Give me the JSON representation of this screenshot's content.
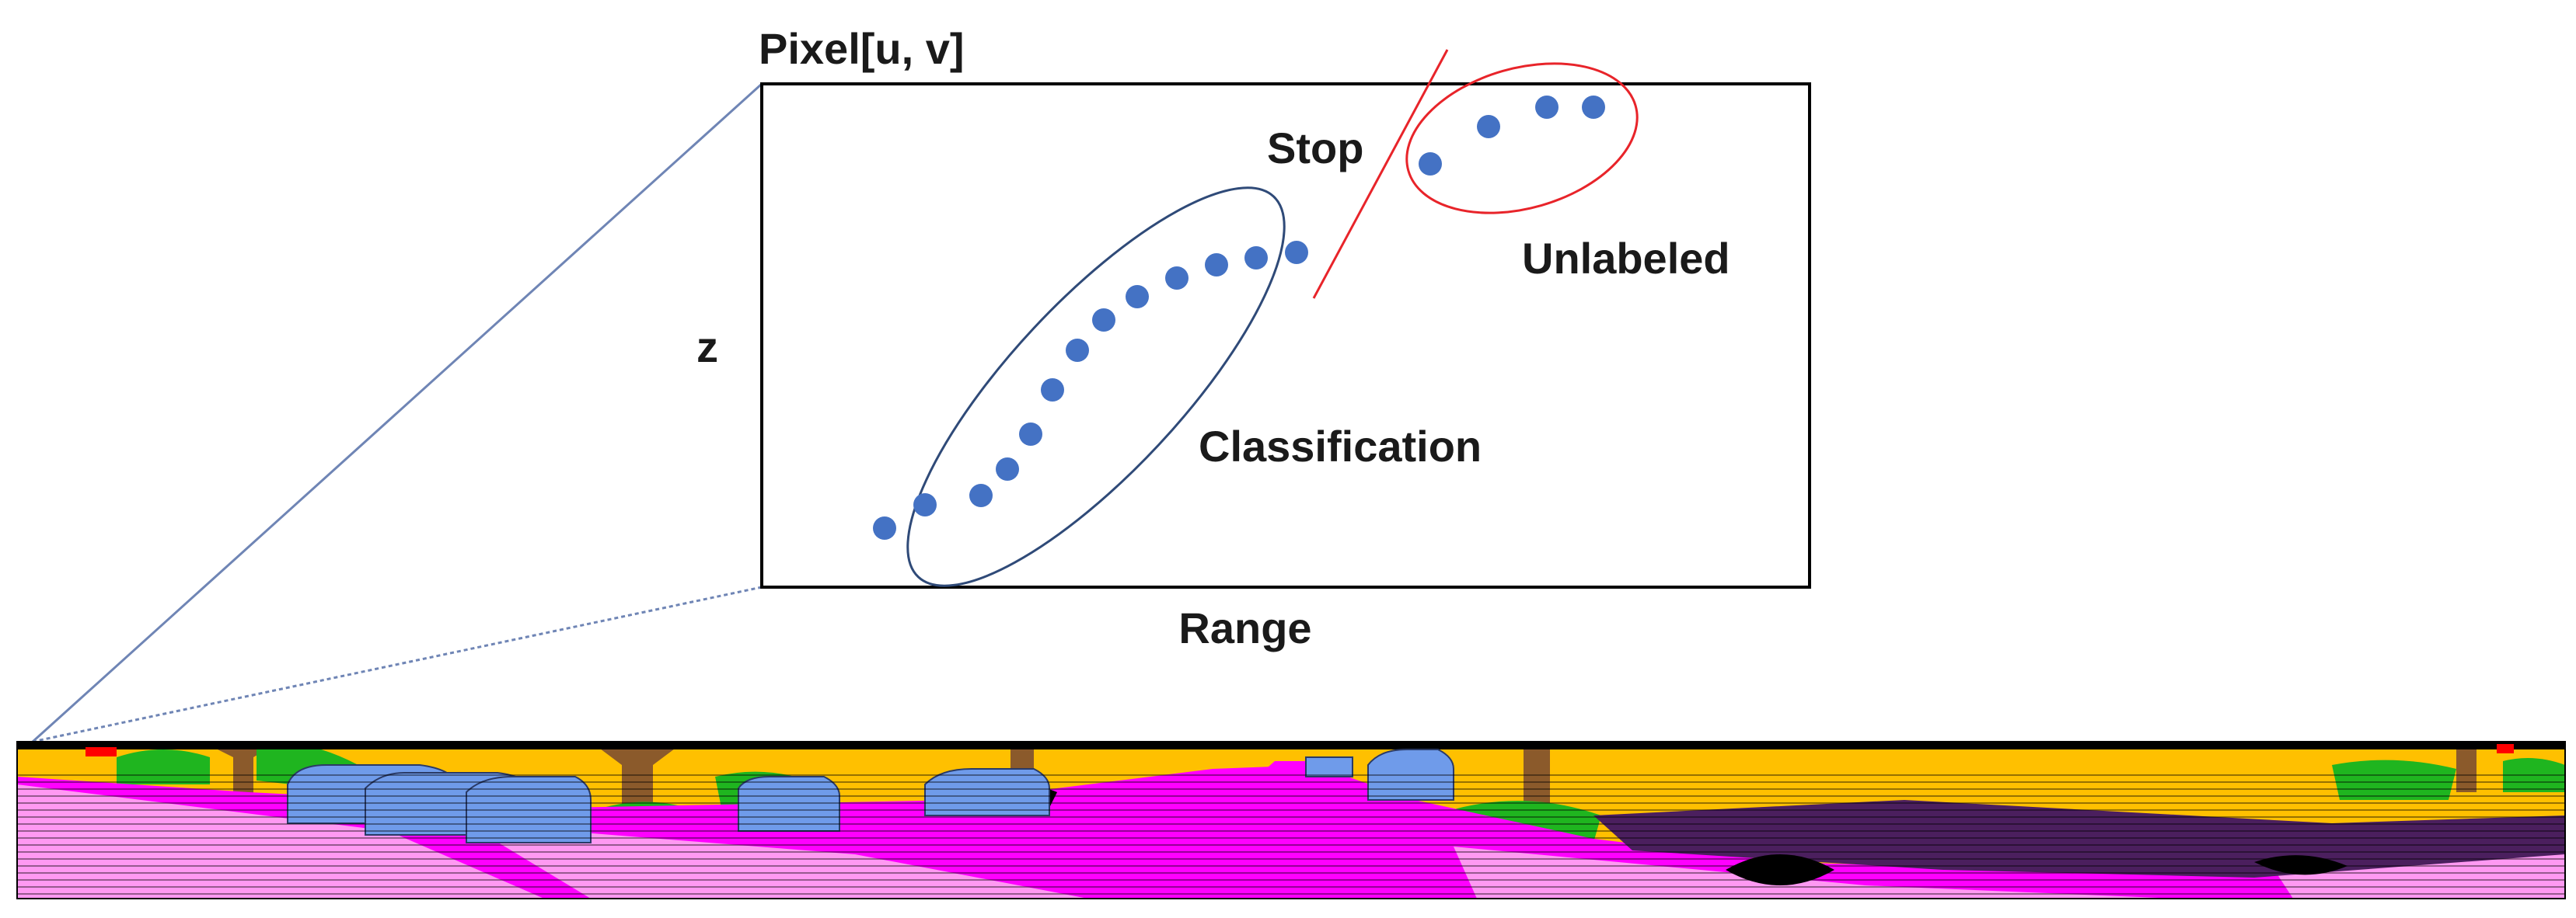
{
  "diagram": {
    "labels": {
      "pixel": "Pixel[u, v]",
      "z_axis": "z",
      "range_axis": "Range",
      "stop": "Stop",
      "unlabeled": "Unlabeled",
      "classification": "Classification"
    },
    "colors": {
      "point": "#4472C4",
      "classification_ellipse": "#2F4A78",
      "unlabeled_ellipse": "#E8242A",
      "stop_line": "#E8242A",
      "frame": "#000000",
      "guide_line": "#6F85B5"
    },
    "segmentation_palette": {
      "sky_building": "#FFC000",
      "road": "#FF00FF",
      "sidewalk": "#FF99F2",
      "car": "#6F9BEA",
      "vegetation": "#1FB51F",
      "trunk": "#8B5A2B",
      "terrain": "#4B1F5E",
      "unlabeled": "#000000",
      "sign": "#FF0000"
    }
  }
}
